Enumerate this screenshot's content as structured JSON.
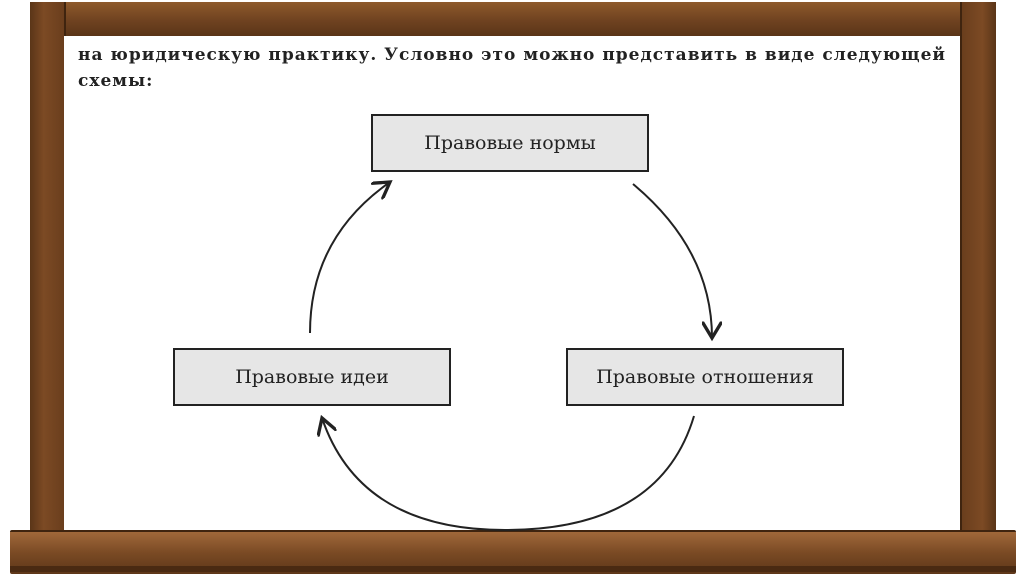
{
  "intro_text": "на юридическую практику. Условно это можно представить в виде следующей схемы:",
  "nodes": {
    "norms": "Правовые нормы",
    "ideas": "Правовые идеи",
    "relations": "Правовые отношения"
  }
}
